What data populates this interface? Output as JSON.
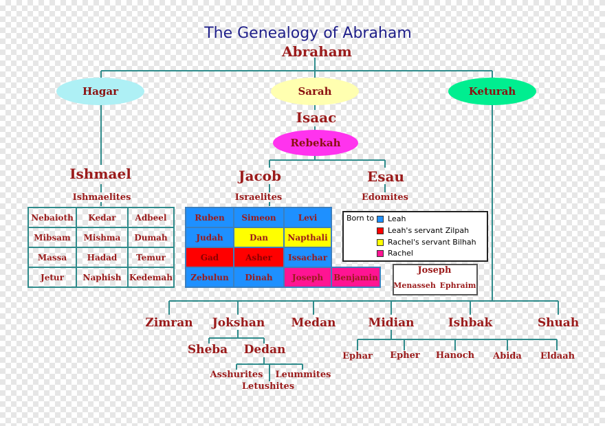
{
  "title": "The Genealogy of Abraham",
  "root": "Abraham",
  "wives": {
    "hagar": "Hagar",
    "sarah": "Sarah",
    "keturah": "Keturah"
  },
  "isaac": "Isaac",
  "rebekah": "Rebekah",
  "ishmael": {
    "name": "Ishmael",
    "people": "Ishmaelites",
    "sons": [
      "Nebaioth",
      "Kedar",
      "Adbeel",
      "Mibsam",
      "Mishma",
      "Dumah",
      "Massa",
      "Hadad",
      "Temur",
      "Jetur",
      "Naphish",
      "Kedemah"
    ]
  },
  "jacob": {
    "name": "Jacob",
    "people": "Israelites"
  },
  "esau": {
    "name": "Esau",
    "people": "Edomites"
  },
  "tribes": [
    {
      "name": "Ruben",
      "mother": "leah"
    },
    {
      "name": "Simeon",
      "mother": "leah"
    },
    {
      "name": "Levi",
      "mother": "leah"
    },
    {
      "name": "Judah",
      "mother": "leah"
    },
    {
      "name": "Dan",
      "mother": "bilhah"
    },
    {
      "name": "Napthali",
      "mother": "bilhah"
    },
    {
      "name": "Gad",
      "mother": "zilpah"
    },
    {
      "name": "Asher",
      "mother": "zilpah"
    },
    {
      "name": "Issachar",
      "mother": "leah"
    },
    {
      "name": "Zebulun",
      "mother": "leah"
    },
    {
      "name": "Dinah",
      "mother": "leah"
    },
    {
      "name": "Joseph",
      "mother": "rachel"
    },
    {
      "name": "Benjamin",
      "mother": "rachel"
    }
  ],
  "legend": {
    "heading": "Born to",
    "items": [
      {
        "label": "Leah",
        "color": "#1e90ff"
      },
      {
        "label": "Leah's servant Zilpah",
        "color": "#ff0000"
      },
      {
        "label": "Rachel's servant Bilhah",
        "color": "#ffff00"
      },
      {
        "label": "Rachel",
        "color": "#ff1493"
      }
    ]
  },
  "joseph_sons": {
    "name": "Joseph",
    "sons": [
      "Menasseh",
      "Ephraim"
    ]
  },
  "keturah_sons": [
    "Zimran",
    "Jokshan",
    "Medan",
    "Midian",
    "Ishbak",
    "Shuah"
  ],
  "jokshan_sons": [
    "Sheba",
    "Dedan"
  ],
  "dedan_sons": [
    "Asshurites",
    "Letushites",
    "Leummites"
  ],
  "midian_sons": [
    "Ephar",
    "Epher",
    "Hanoch",
    "Abida",
    "Eldaah"
  ],
  "colors": {
    "line": "#2e8b8b",
    "hagar": "#aef0f5",
    "sarah": "#ffffb0",
    "keturah": "#00ee90",
    "rebekah": "#ff33ee",
    "leah": "#1e90ff",
    "zilpah": "#ff0000",
    "bilhah": "#ffff00",
    "rachel": "#ff1493"
  }
}
